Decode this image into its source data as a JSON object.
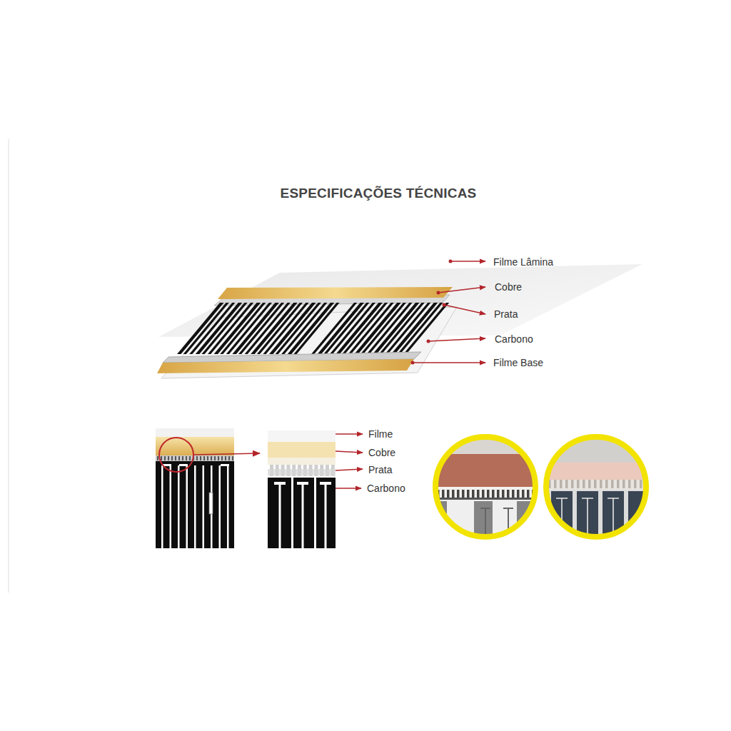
{
  "diagram": {
    "title": "ESPECIFICAÇÕES TÉCNICAS",
    "labels": [
      "Filme Lâmina",
      "Cobre",
      "Prata",
      "Carbono",
      "Filme Base",
      "Filme",
      "Cobre",
      "Prata",
      "Carbono"
    ]
  }
}
